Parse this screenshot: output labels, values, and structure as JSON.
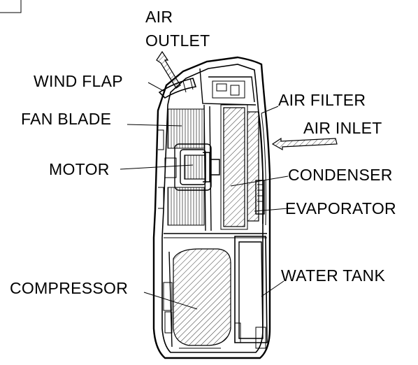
{
  "labels": {
    "air_outlet_line1": "AIR",
    "air_outlet_line2": "OUTLET",
    "wind_flap": "WIND FLAP",
    "air_filter": "AIR FILTER",
    "fan_blade": "FAN BLADE",
    "air_inlet": "AIR INLET",
    "motor": "MOTOR",
    "condenser": "CONDENSER",
    "evaporator": "EVAPORATOR",
    "compressor": "COMPRESSOR",
    "water_tank": "WATER TANK"
  },
  "colors": {
    "line": "#000000",
    "background": "#ffffff"
  }
}
